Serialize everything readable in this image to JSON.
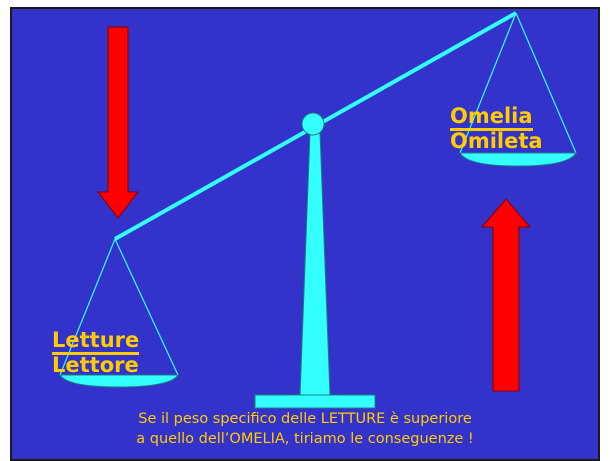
{
  "left_pan": {
    "top_word": "Letture",
    "bottom_word": "Lettore"
  },
  "right_pan": {
    "top_word": "Omelia",
    "bottom_word": "Omileta"
  },
  "caption": {
    "line1": "Se il peso specifico delle LETTURE è superiore",
    "line2": "a quello dell’OMELIA, tiriamo le conseguenze !"
  },
  "colors": {
    "background": "#3333cc",
    "scale": "#33ffff",
    "arrows": "#ff0000",
    "text": "#ffcc00"
  },
  "arrows": {
    "left": "down",
    "right": "up"
  }
}
